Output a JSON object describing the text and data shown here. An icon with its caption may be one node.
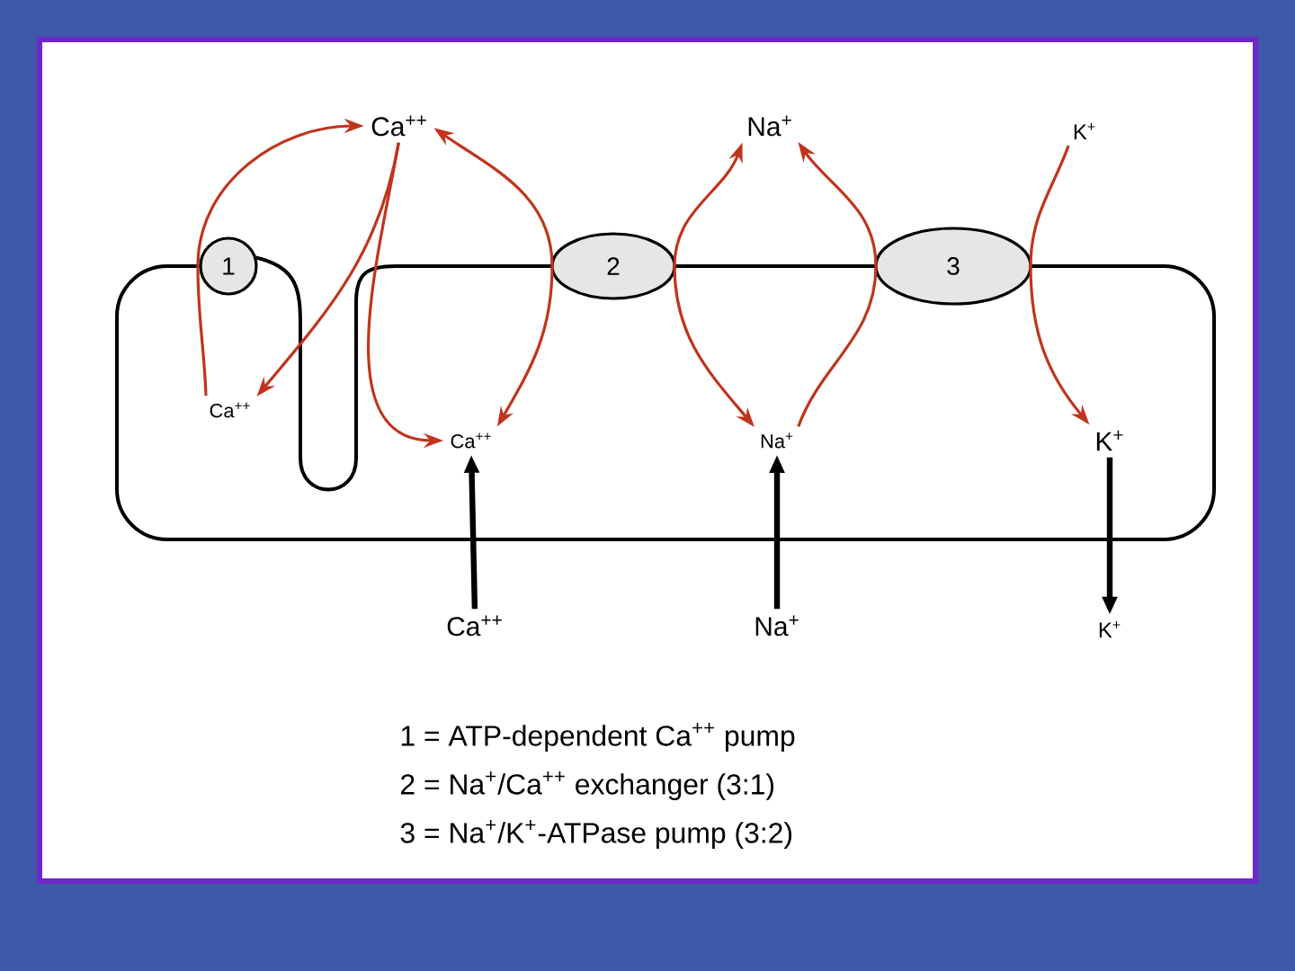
{
  "diagram": {
    "nodes": [
      {
        "text": [
          "1"
        ]
      },
      {
        "text": [
          "2"
        ]
      },
      {
        "text": [
          "3"
        ]
      },
      {
        "text": [
          "Ca$^{++}$"
        ]
      },
      {
        "text": [
          "Na$^{+}$"
        ]
      },
      {
        "text": [
          "K$^{+}$"
        ]
      },
      {
        "text": [
          "Ca$^{++}$"
        ]
      },
      {
        "text": [
          "Ca$^{++}$"
        ]
      },
      {
        "text": [
          "Na$^{+}$"
        ]
      },
      {
        "text": [
          "K$^{+}$"
        ]
      },
      {
        "text": [
          "Ca$^{++}$"
        ]
      },
      {
        "text": [
          "Na$^{+}$"
        ]
      },
      {
        "text": [
          "K$^{+}$"
        ]
      }
    ],
    "edges": [
      {
        "from": 6,
        "to": 3,
        "arrow": "to"
      },
      {
        "from": 3,
        "to": 6,
        "arrow": "to"
      },
      {
        "from": 3,
        "to": 7,
        "arrow": "to"
      },
      {
        "from": 3,
        "to": 7,
        "arrow": "both"
      },
      {
        "from": 4,
        "to": 8,
        "arrow": "both"
      },
      {
        "from": 8,
        "to": 4,
        "arrow": "to"
      },
      {
        "from": 5,
        "to": 9,
        "arrow": "to"
      },
      {
        "from": 10,
        "to": 7,
        "arrow": "to",
        "style": "thick",
        "color": "#000000"
      },
      {
        "from": 11,
        "to": 8,
        "arrow": "to",
        "style": "thick",
        "color": "#000000"
      },
      {
        "from": 9,
        "to": 12,
        "arrow": "to",
        "style": "thick",
        "color": "#000000"
      }
    ],
    "labels": [
      "1 = ATP-dependent Ca$^{++}$ pump",
      "2 = Na$^{+}$/Ca$^{++}$ exchanger (3:1)",
      "3 = Na$^{+}$/K$^{+}$-ATPase pump (3:2)"
    ]
  }
}
